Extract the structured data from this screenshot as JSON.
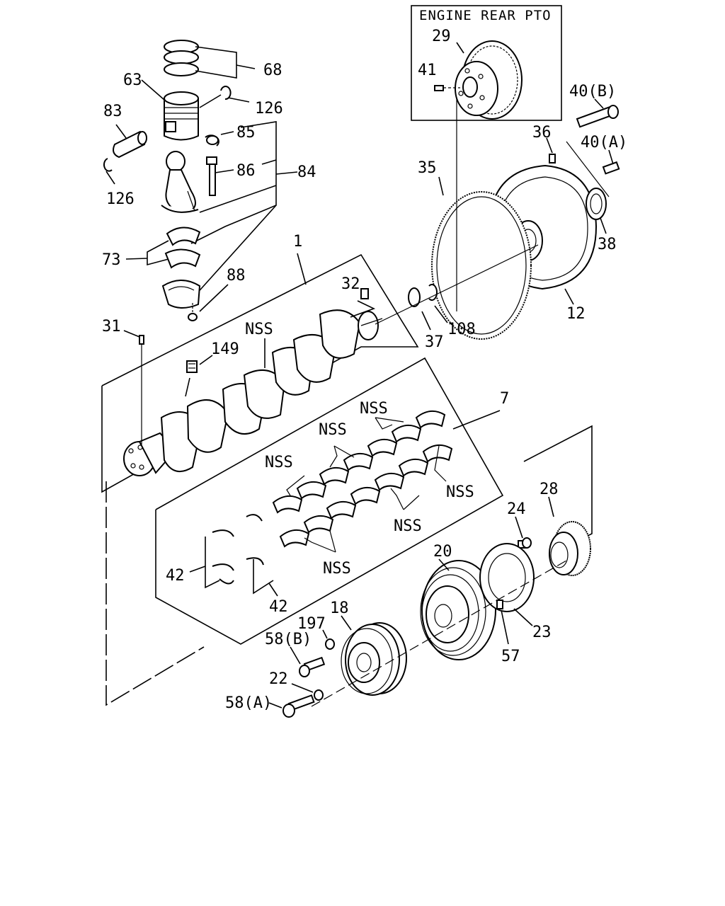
{
  "inset": {
    "title": "ENGINE REAR PTO"
  },
  "labels": {
    "p29": "29",
    "p41": "41",
    "p68": "68",
    "p63": "63",
    "p126a": "126",
    "p83": "83",
    "p85": "85",
    "p86": "86",
    "p84": "84",
    "p126b": "126",
    "p73": "73",
    "p88": "88",
    "p1": "1",
    "p32": "32",
    "p31": "31",
    "p149": "149",
    "nss_crank": "NSS",
    "p40b": "40(B)",
    "p36": "36",
    "p40a": "40(A)",
    "p35": "35",
    "p38": "38",
    "p12": "12",
    "p37": "37",
    "p108": "108",
    "p7": "7",
    "nss1": "NSS",
    "nss2": "NSS",
    "nss3": "NSS",
    "nss4": "NSS",
    "nss5": "NSS",
    "nss6": "NSS",
    "p28": "28",
    "p24": "24",
    "p20": "20",
    "p42a": "42",
    "p42b": "42",
    "p23": "23",
    "p18": "18",
    "p197": "197",
    "p58b": "58(B)",
    "p57": "57",
    "p22": "22",
    "p58a": "58(A)"
  }
}
